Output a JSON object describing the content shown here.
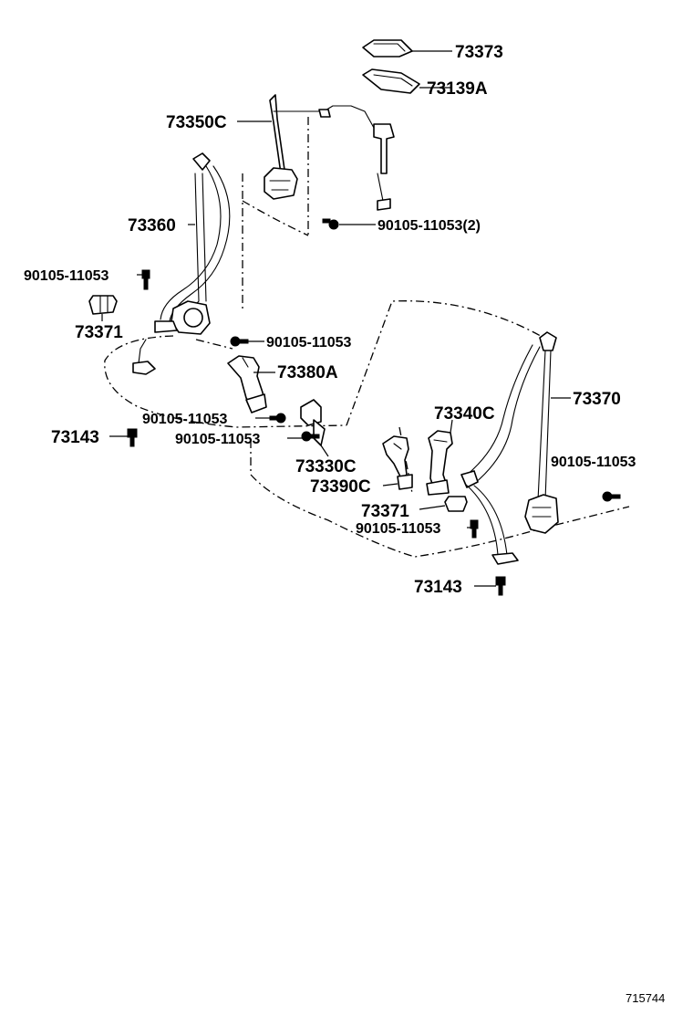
{
  "labels": {
    "l_73373": "73373",
    "l_73139a": "73139A",
    "l_73350c": "73350C",
    "l_90105_a": "90105-11053(2)",
    "l_73360": "73360",
    "l_90105_b": "90105-11053",
    "l_73371_a": "73371",
    "l_90105_c": "90105-11053",
    "l_73380a": "73380A",
    "l_90105_d": "90105-11053",
    "l_73143_a": "73143",
    "l_90105_e": "90105-11053",
    "l_73330c": "73330C",
    "l_73340c": "73340C",
    "l_73370": "73370",
    "l_90105_f": "90105-11053",
    "l_73390c": "73390C",
    "l_73371_b": "73371",
    "l_90105_g": "90105-11053",
    "l_73143_b": "73143"
  },
  "figure_id": "715744"
}
